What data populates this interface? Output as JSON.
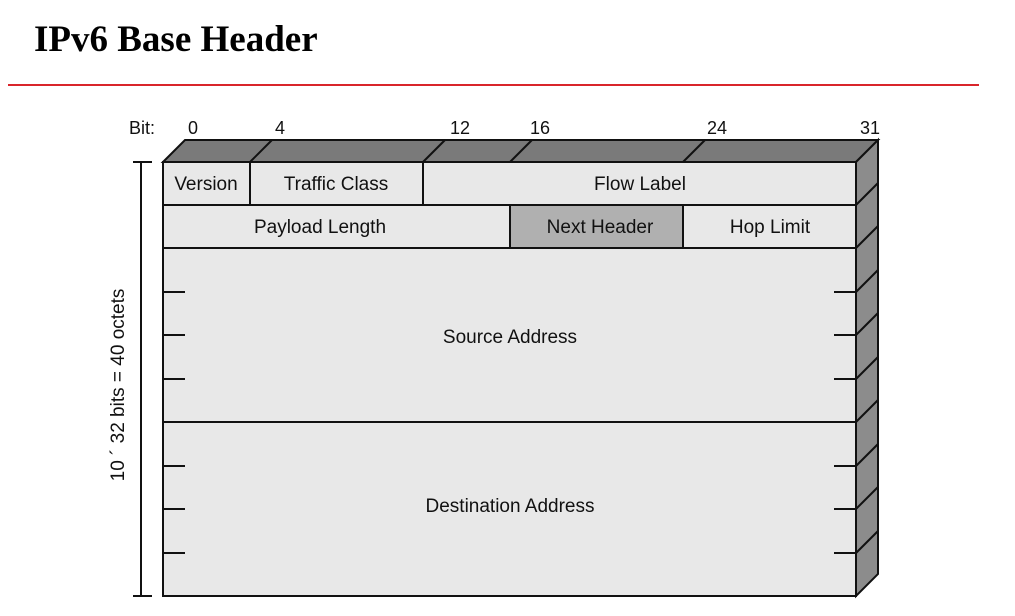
{
  "title": "IPv6 Base Header",
  "bit_label": "Bit:",
  "bit_ticks": [
    "0",
    "4",
    "12",
    "16",
    "24",
    "31"
  ],
  "size_label": "10 ´ 32 bits = 40 octets",
  "fields": {
    "version": "Version",
    "traffic_class": "Traffic Class",
    "flow_label": "Flow Label",
    "payload_length": "Payload Length",
    "next_header": "Next Header",
    "hop_limit": "Hop Limit",
    "source_address": "Source Address",
    "destination_address": "Destination Address"
  },
  "colors": {
    "title_rule": "#d9252b",
    "cell_fill": "#e8e8e8",
    "highlight_fill": "#b0b0b0",
    "top_face": "#7a7a7a",
    "side_face": "#8c8c8c"
  }
}
